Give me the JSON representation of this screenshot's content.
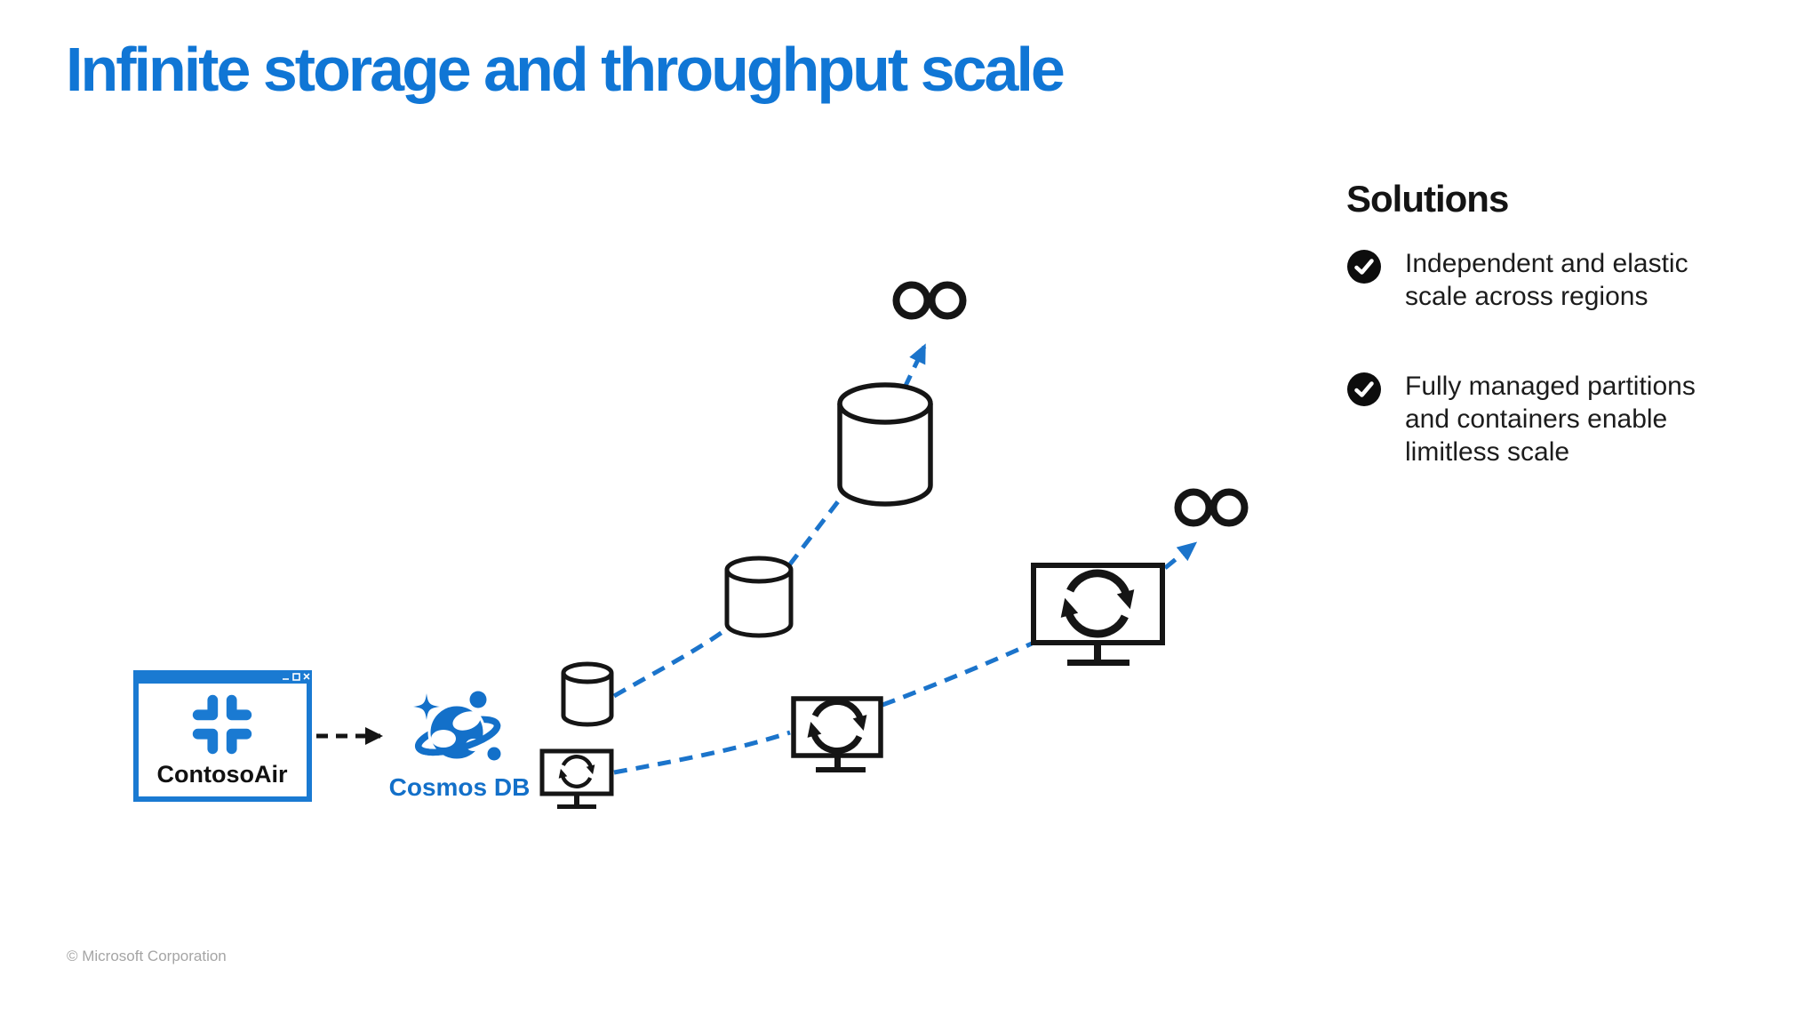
{
  "slide": {
    "title": "Infinite storage and throughput scale",
    "footer": "© Microsoft Corporation"
  },
  "solutions": {
    "heading": "Solutions",
    "items": [
      {
        "icon": "check-circle-icon",
        "lines": [
          "Independent and elastic",
          "scale across regions"
        ]
      },
      {
        "icon": "check-circle-icon",
        "lines": [
          "Fully managed partitions",
          "and containers enable",
          "limitless scale"
        ]
      }
    ]
  },
  "diagram": {
    "app_window": {
      "label": "ContosoAir",
      "controls": [
        "minimize-icon",
        "maximize-icon",
        "close-icon"
      ]
    },
    "database": {
      "label": "Cosmos DB",
      "icon": "cosmos-db-planet-icon"
    },
    "storage_scale": {
      "nodes": [
        "small-database-cylinder",
        "medium-database-cylinder",
        "large-database-cylinder"
      ],
      "terminal_icon": "infinity-icon"
    },
    "throughput_scale": {
      "nodes": [
        "small-monitor-sync",
        "medium-monitor-sync",
        "large-monitor-sync"
      ],
      "terminal_icon": "infinity-icon"
    }
  },
  "colors": {
    "title_blue": "#1076d5",
    "accent_blue": "#1b74cb",
    "cosmos_blue": "#1370c9",
    "window_blue": "#1a7ad2",
    "ink": "#151515",
    "footer_gray": "#a5a5a5"
  }
}
